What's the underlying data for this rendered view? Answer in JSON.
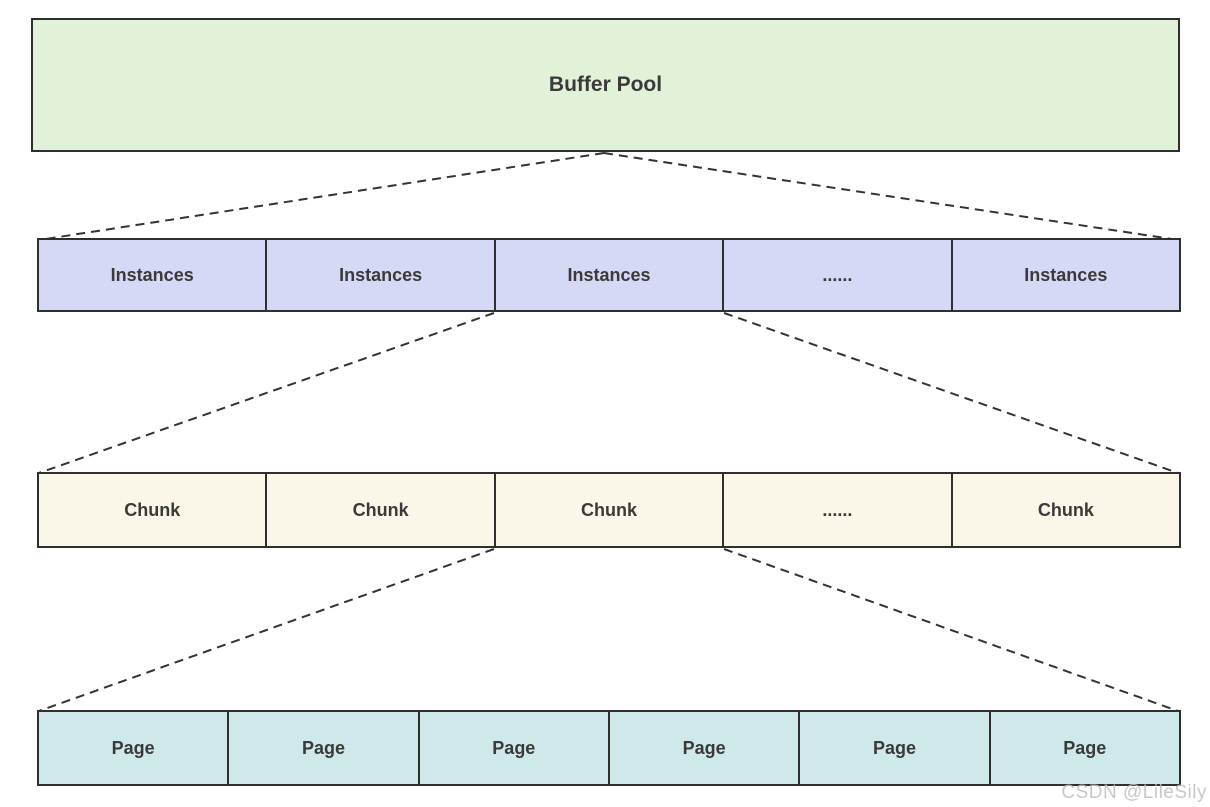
{
  "buffer_pool": {
    "label": "Buffer Pool"
  },
  "rows": {
    "instances": {
      "cells": [
        "Instances",
        "Instances",
        "Instances",
        "......",
        "Instances"
      ]
    },
    "chunks": {
      "cells": [
        "Chunk",
        "Chunk",
        "Chunk",
        "......",
        "Chunk"
      ]
    },
    "pages": {
      "cells": [
        "Page",
        "Page",
        "Page",
        "Page",
        "Page",
        "Page"
      ]
    }
  },
  "watermark": {
    "text": "CSDN @LileSily"
  },
  "colors": {
    "buffer_pool_fill": "#e1f2d8",
    "instances_fill": "#d6d9f6",
    "chunk_fill": "#faf7e8",
    "page_fill": "#cfe9ea",
    "border": "#2f2f2f",
    "text": "#3a3a3a",
    "connector": "#333333",
    "watermark": "#bebebe"
  }
}
